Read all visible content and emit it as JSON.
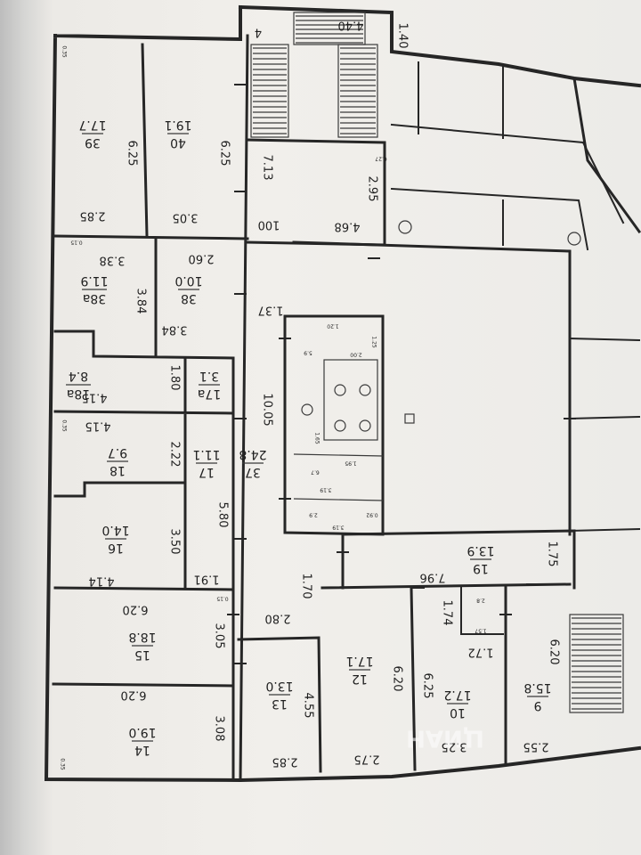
{
  "rooms": [
    {
      "id": "39",
      "num": "39",
      "area": "17.7"
    },
    {
      "id": "40",
      "num": "40",
      "area": "19.1"
    },
    {
      "id": "38a",
      "num": "38a",
      "area": "11.9"
    },
    {
      "id": "38",
      "num": "38",
      "area": "10.0"
    },
    {
      "id": "18a",
      "num": "18a",
      "area": "8.4"
    },
    {
      "id": "17a",
      "num": "17a",
      "area": "3.1"
    },
    {
      "id": "18",
      "num": "18",
      "area": "9.7"
    },
    {
      "id": "17",
      "num": "17",
      "area": "11.1"
    },
    {
      "id": "16",
      "num": "16",
      "area": "14.0"
    },
    {
      "id": "15",
      "num": "15",
      "area": "18.8"
    },
    {
      "id": "14",
      "num": "14",
      "area": "19.0"
    },
    {
      "id": "13",
      "num": "13",
      "area": "13.0"
    },
    {
      "id": "12",
      "num": "12",
      "area": "17.1"
    },
    {
      "id": "10",
      "num": "10",
      "area": "17.2"
    },
    {
      "id": "9",
      "num": "9",
      "area": "15.8"
    },
    {
      "id": "19",
      "num": "19",
      "area": "13.9"
    },
    {
      "id": "37",
      "num": "37",
      "area": "24.8"
    }
  ],
  "dimensions": {
    "d_4_40": "4.40",
    "d_1_40": "1.40",
    "d_4": "4",
    "d_6_25a": "6.25",
    "d_6_25b": "6.25",
    "d_2_85a": "2.85",
    "d_3_05a": "3.05",
    "d_7_13": "7.13",
    "d_2_95": "2.95",
    "d_4_68": "4.68",
    "d_100": "100",
    "d_3_38": "3.38",
    "d_2_60": "2.60",
    "d_3_84a": "3.84",
    "d_3_84b": "3.84",
    "d_1_37": "1.37",
    "d_4_15a": "4.15",
    "d_1_80": "1.80",
    "d_10_05": "10.05",
    "d_4_15b": "4.15",
    "d_2_22": "2.22",
    "d_5_80": "5.80",
    "d_3_50": "3.50",
    "d_4_14": "4.14",
    "d_1_91": "1.91",
    "d_1_70": "1.70",
    "d_2_80": "2.80",
    "d_7_96": "7.96",
    "d_1_74": "1.74",
    "d_1_75": "1.75",
    "d_6_20a": "6.20",
    "d_6_20b": "6.20",
    "d_3_05b": "3.05",
    "d_3_08": "3.08",
    "d_4_55": "4.55",
    "d_6_20c": "6.20",
    "d_6_25c": "6.25",
    "d_1_72": "1.72",
    "d_6_20d": "6.20",
    "d_2_85b": "2.85",
    "d_2_75": "2.75",
    "d_3_25": "3.25",
    "d_2_55": "2.55"
  },
  "small_labels": {
    "s_0_35a": "0.35",
    "s_0_15": "0.15",
    "s_0_35b": "0.35",
    "s_0_35c": "0.35",
    "s_0_15b": "0.15",
    "s_1_20": "1.20",
    "s_1_25": "1.25",
    "s_2_00": "2.00",
    "s_5_9": "5.9",
    "s_1_65": "1.65",
    "s_1_95": "1.95",
    "s_6_7": "6.7",
    "s_3_19a": "3.19",
    "s_2_9": "2.9",
    "s_0_92": "0.92",
    "s_3_19b": "3.19",
    "s_2_8": "2.8",
    "s_1_57": "1.57",
    "s_0_27": "0.27"
  },
  "watermark": "ЦИАН"
}
